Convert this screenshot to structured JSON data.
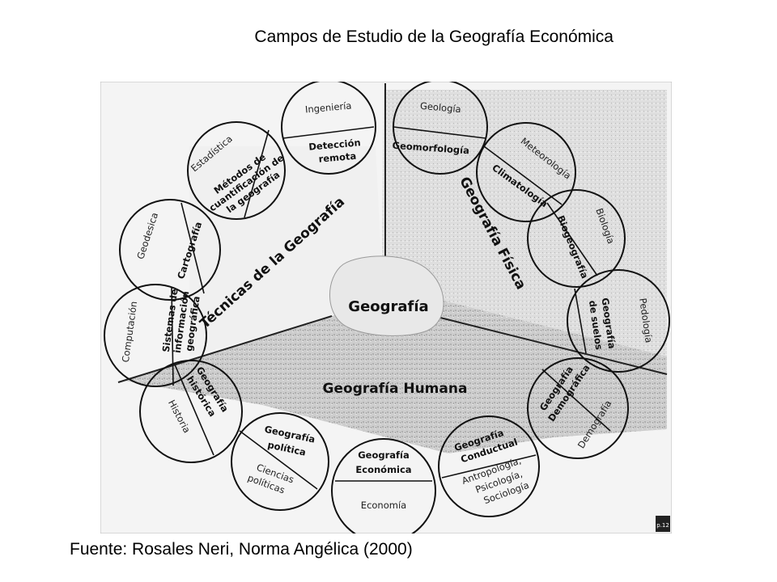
{
  "slide": {
    "title": "Campos de Estudio de la Geografía Económica",
    "source": "Fuente: Rosales Neri, Norma Angélica (2000)"
  },
  "diagram": {
    "center": "Geografía",
    "sectors": {
      "tecnicas": "Técnicas de la Geografía",
      "fisica": "Geografía Física",
      "humana": "Geografía Humana"
    },
    "fields": {
      "ingenieria": {
        "outer": "Ingeniería",
        "inner": [
          "Detección",
          "remota"
        ]
      },
      "geologia": {
        "outer": "Geología",
        "inner": [
          "Geomorfología"
        ]
      },
      "meteorologia": {
        "outer": "Meteorología",
        "inner": [
          "Climatología"
        ]
      },
      "biologia": {
        "outer": "Biología",
        "inner": [
          "Biogeografía"
        ]
      },
      "pedologia": {
        "outer": "Pedología",
        "inner": [
          "Geografía",
          "de suelos"
        ]
      },
      "demografia": {
        "outer": "Demografía",
        "inner": [
          "Geografía",
          "Demográfica"
        ]
      },
      "antropologia": {
        "outer": [
          "Antropología,",
          "Psicología,",
          "Sociología"
        ],
        "inner": [
          "Geografía",
          "Conductual"
        ]
      },
      "economia": {
        "outer": "Economía",
        "inner": [
          "Geografía",
          "Económica"
        ]
      },
      "ciencias": {
        "outer": [
          "Ciencias",
          "políticas"
        ],
        "inner": [
          "Geografía",
          "política"
        ]
      },
      "historia": {
        "outer": "Historia",
        "inner": [
          "Geografía",
          "histórica"
        ]
      },
      "computacion": {
        "outer": "Computación",
        "inner": [
          "Sistemas de",
          "información",
          "geográfica"
        ]
      },
      "geodesica": {
        "outer": "Geodesica",
        "inner": [
          "Cartografía"
        ]
      },
      "estadistica": {
        "outer": "Estadística",
        "inner": [
          "Métodos de",
          "cuantificación de",
          "la geografía"
        ]
      }
    },
    "page_mark": "p.12"
  }
}
